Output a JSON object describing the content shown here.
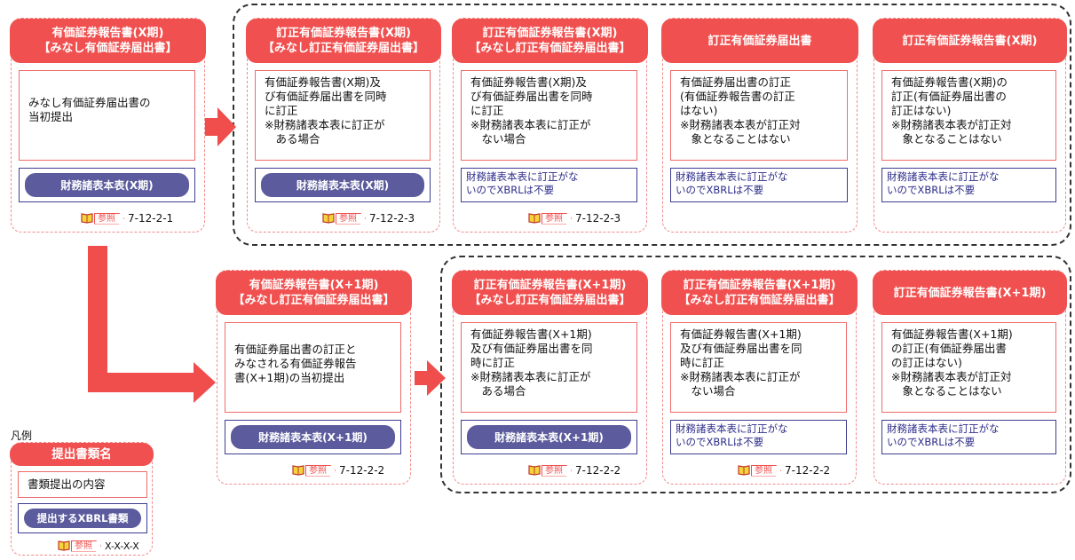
{
  "colors": {
    "header_red": "#f0504f",
    "card_border": "#f28a8a",
    "xbrl_blue": "#5b5b9e",
    "arrow_red": "#f04d4d"
  },
  "reference_tag": "参照",
  "row1": {
    "cards": [
      {
        "header": [
          "有価証券報告書(X期)",
          "【みなし有価証券届出書】"
        ],
        "content": "みなし有価証券届出書の\n当初提出",
        "xbrl": {
          "kind": "pill",
          "text": "財務諸表本表(X期)"
        },
        "ref": "7-12-2-1"
      },
      {
        "header": [
          "訂正有価証券報告書(X期)",
          "【みなし訂正有価証券届出書】"
        ],
        "content": "有価証券報告書(X期)及\nび有価証券届出書を同時\nに訂正\n※財務諸表本表に訂正が\n　ある場合",
        "xbrl": {
          "kind": "pill",
          "text": "財務諸表本表(X期)"
        },
        "ref": "7-12-2-3"
      },
      {
        "header": [
          "訂正有価証券報告書(X期)",
          "【みなし訂正有価証券届出書】"
        ],
        "content": "有価証券報告書(X期)及\nび有価証券届出書を同時\nに訂正\n※財務諸表本表に訂正が\n　ない場合",
        "xbrl": {
          "kind": "note",
          "text": "財務諸表本表に訂正がな\nいのでXBRLは不要"
        },
        "ref": "7-12-2-3"
      },
      {
        "header": [
          "訂正有価証券届出書"
        ],
        "content": "有価証券届出書の訂正\n(有価証券報告書の訂正\nはない)\n※財務諸表本表が訂正対\n　象となることはない",
        "xbrl": {
          "kind": "note",
          "text": "財務諸表本表に訂正がな\nいのでXBRLは不要"
        },
        "ref": ""
      },
      {
        "header": [
          "訂正有価証券報告書(X期)"
        ],
        "content": "有価証券報告書(X期)の\n訂正(有価証券届出書の\n訂正はない)\n※財務諸表本表が訂正対\n　象となることはない",
        "xbrl": {
          "kind": "note",
          "text": "財務諸表本表に訂正がな\nいのでXBRLは不要"
        },
        "ref": ""
      }
    ]
  },
  "row2": {
    "cards": [
      {
        "header": [
          "有価証券報告書(X+1期)",
          "【みなし訂正有価証券届出書】"
        ],
        "content": "有価証券届出書の訂正と\nみなされる有価証券報告\n書(X+1期)の当初提出",
        "xbrl": {
          "kind": "pill",
          "text": "財務諸表本表(X+1期)"
        },
        "ref": "7-12-2-2"
      },
      {
        "header": [
          "訂正有価証券報告書(X+1期)",
          "【みなし訂正有価証券届出書】"
        ],
        "content": "有価証券報告書(X+1期)\n及び有価証券届出書を同\n時に訂正\n※財務諸表本表に訂正が\n　ある場合",
        "xbrl": {
          "kind": "pill",
          "text": "財務諸表本表(X+1期)"
        },
        "ref": "7-12-2-2"
      },
      {
        "header": [
          "訂正有価証券報告書(X+1期)",
          "【みなし訂正有価証券届出書】"
        ],
        "content": "有価証券報告書(X+1期)\n及び有価証券届出書を同\n時に訂正\n※財務諸表本表に訂正が\n　ない場合",
        "xbrl": {
          "kind": "note",
          "text": "財務諸表本表に訂正がな\nいのでXBRLは不要"
        },
        "ref": "7-12-2-2"
      },
      {
        "header": [
          "訂正有価証券報告書(X+1期)"
        ],
        "content": "有価証券報告書(X+1期)\nの訂正(有価証券届出書\nの訂正はない)\n※財務諸表本表が訂正対\n　象となることはない",
        "xbrl": {
          "kind": "note",
          "text": "財務諸表本表に訂正がな\nいのでXBRLは不要"
        },
        "ref": ""
      }
    ]
  },
  "legend": {
    "title": "凡例",
    "header": "提出書類名",
    "content": "書類提出の内容",
    "xbrl": "提出するXBRL書類",
    "ref": "X-X-X-X"
  }
}
